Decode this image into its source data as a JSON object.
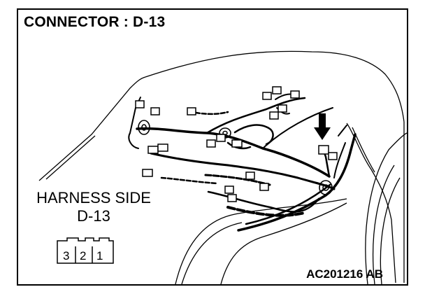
{
  "title": "CONNECTOR : D-13",
  "harness": {
    "line1": "HARNESS SIDE",
    "line2": "D-13"
  },
  "connector_pins": [
    "3",
    "2",
    "1"
  ],
  "figure_code": "AC201216 AB",
  "colors": {
    "line": "#000000",
    "background": "#ffffff"
  }
}
